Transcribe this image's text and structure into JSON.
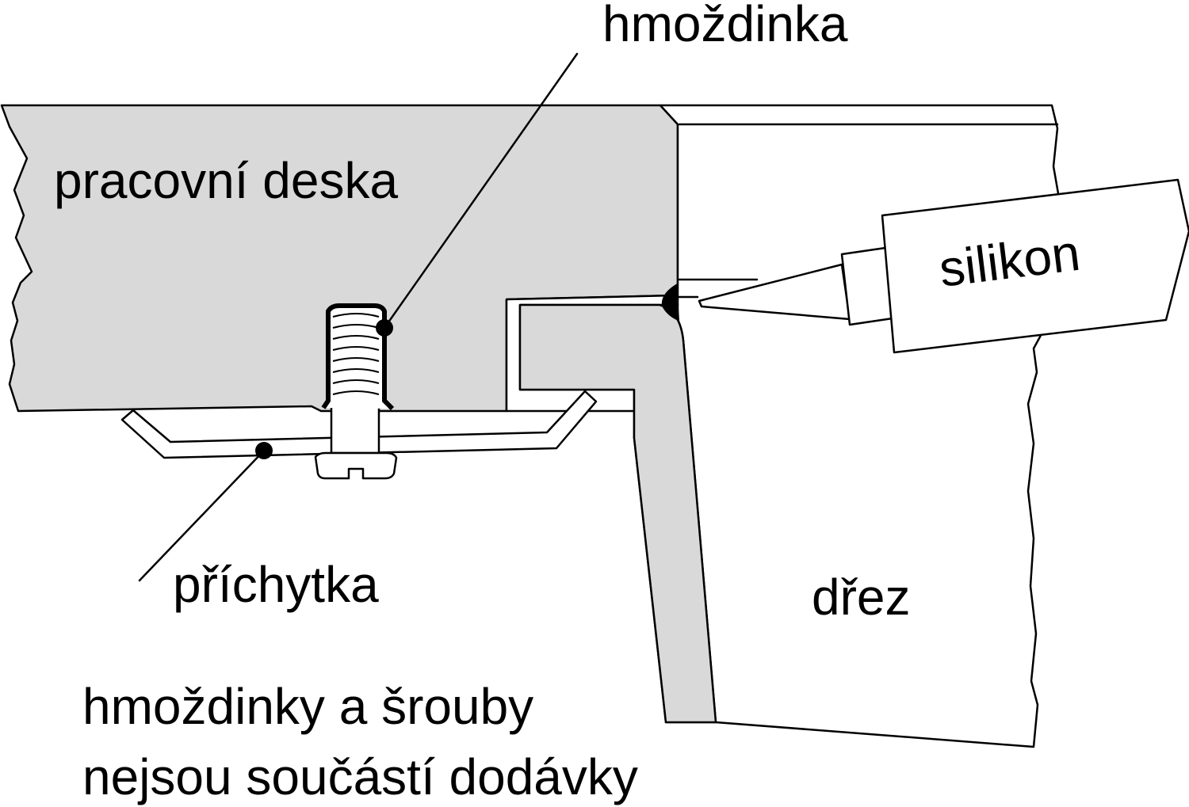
{
  "labels": {
    "worktop": "pracovní deska",
    "dowel": "hmoždinka",
    "silicone": "silikon",
    "clip": "příchytka",
    "sink": "dřez",
    "note_line1": "hmoždinky a šrouby",
    "note_line2": "nejsou součástí dodávky"
  },
  "colors": {
    "worktop_fill": "#d9d9d9",
    "sink_wall_fill": "#d9d9d9",
    "line": "#000000",
    "background": "#ffffff"
  }
}
